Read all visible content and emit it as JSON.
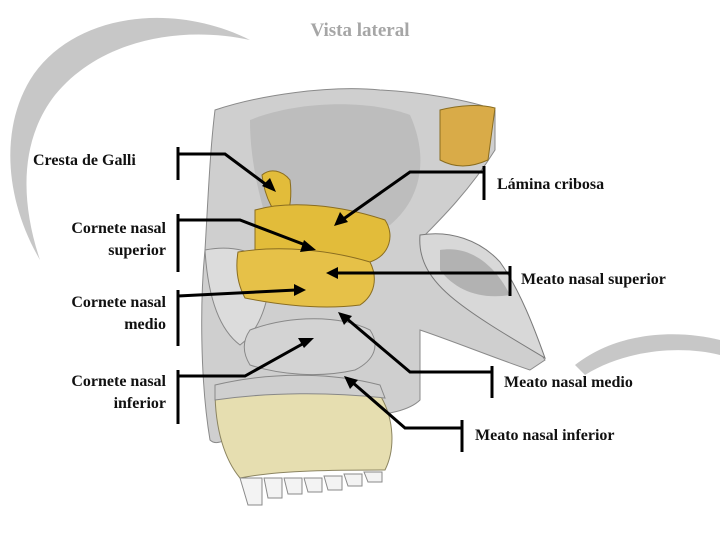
{
  "title": "Vista lateral",
  "labels": {
    "cresta_de_galli": "Cresta de Galli",
    "cornete_superior": "Cornete nasal\nsuperior",
    "cornete_medio": "Cornete nasal\nmedio",
    "cornete_inferior": "Cornete nasal\ninferior",
    "lamina_cribosa": "Lámina cribosa",
    "meato_superior": "Meato nasal superior",
    "meato_medio": "Meato nasal medio",
    "meato_inferior": "Meato nasal inferior"
  },
  "colors": {
    "bone_yellow": "#e2bc3a",
    "bone_gray": "#c9c9c9",
    "swoosh_gray": "#b9b9b9",
    "leader": "#000000"
  }
}
